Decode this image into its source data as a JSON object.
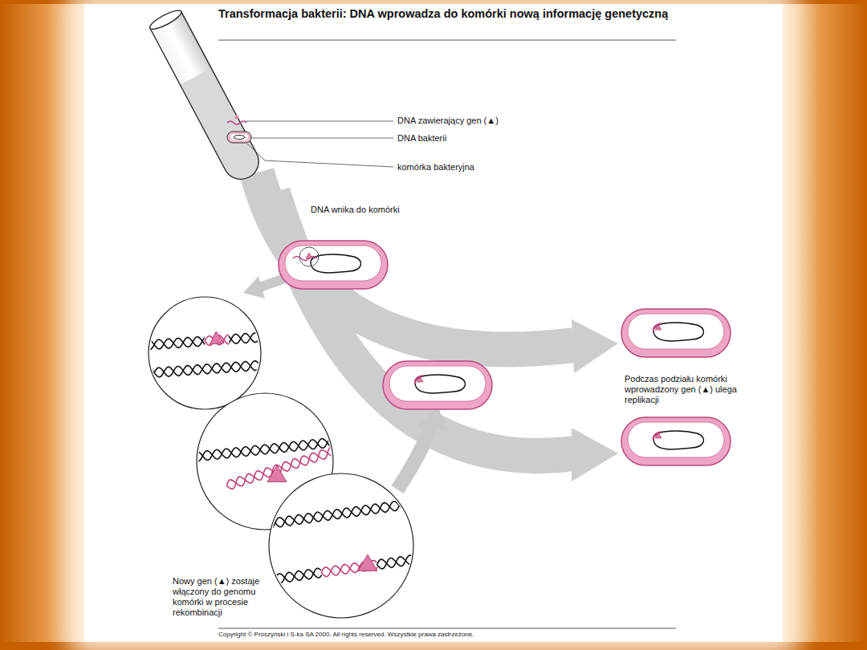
{
  "diagram": {
    "title": "Transformacja bakterii: DNA wprowadza do komórki nową informację genetyczną",
    "labels": [
      "DNA zawierający gen (▲)",
      "DNA bakterii",
      "komórka bakteryjna",
      "DNA wnika do komórki",
      "Podczas podziału komórki wprowadzony gen (▲) ulega replikacji",
      "Nowy gen (▲) zostaje włączony do genomu komórki w procesie rekombinacji",
      "Copyright © Prószyński i S-ka SA 2000. All rights reserved. Wszystkie prawa zastrzeżone."
    ]
  }
}
